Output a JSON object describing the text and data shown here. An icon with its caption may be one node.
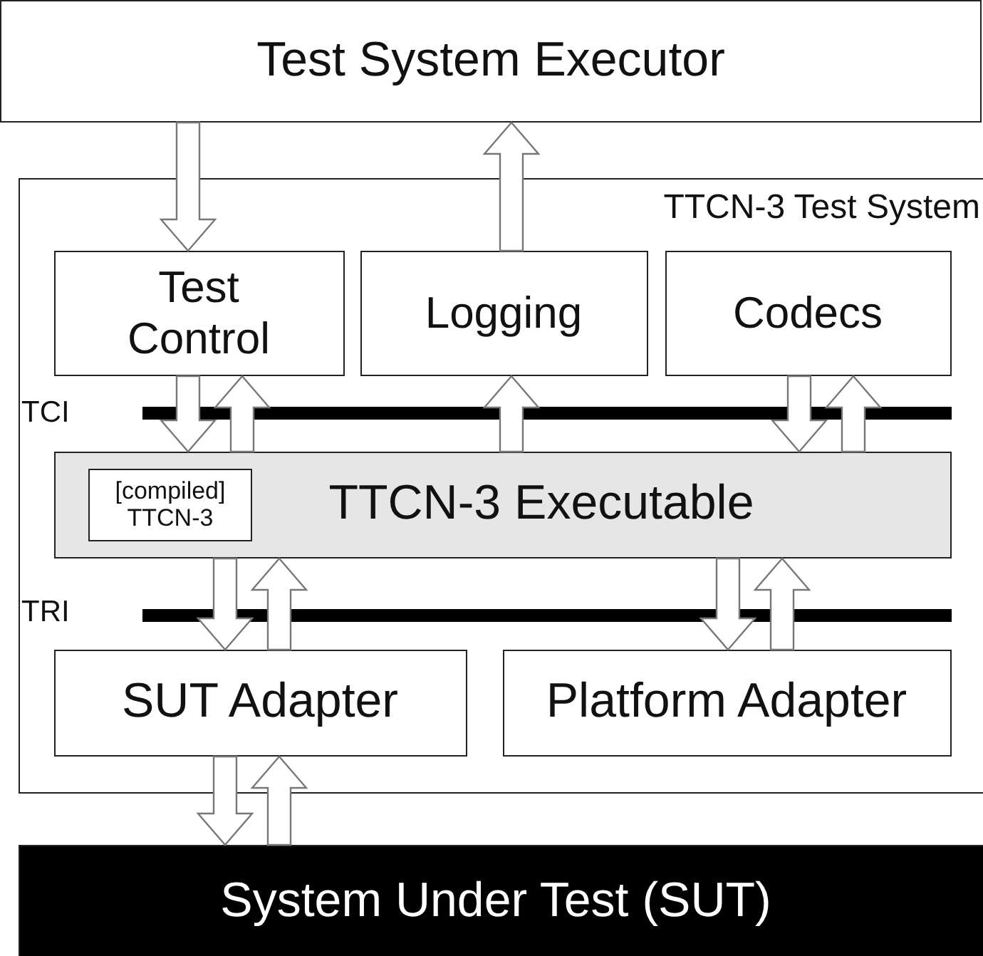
{
  "diagram": {
    "nodes": [
      {
        "text": [
          "Test System Executor"
        ]
      },
      {
        "text": [
          "TTCN-3 Test System"
        ]
      },
      {
        "text": [
          "Test Control"
        ],
        "in": 1
      },
      {
        "text": [
          "Logging"
        ],
        "in": 1
      },
      {
        "text": [
          "Codecs"
        ],
        "in": 1
      },
      {
        "text": [
          "TTCN-3 Executable"
        ],
        "in": 1
      },
      {
        "text": [
          "[compiled] TTCN-3"
        ],
        "in": 5
      },
      {
        "text": [
          "SUT Adapter"
        ],
        "in": 1
      },
      {
        "text": [
          "Platform Adapter"
        ],
        "in": 1
      },
      {
        "text": [
          "System Under Test (SUT)"
        ]
      }
    ],
    "edges": [
      {
        "from": 0,
        "to": 2,
        "arrow": "to"
      },
      {
        "from": 3,
        "to": 0,
        "arrow": "to"
      },
      {
        "from": 2,
        "to": 5,
        "arrow": "to"
      },
      {
        "from": 5,
        "to": 2,
        "arrow": "to"
      },
      {
        "from": 5,
        "to": 3,
        "arrow": "to"
      },
      {
        "from": 4,
        "to": 5,
        "arrow": "to"
      },
      {
        "from": 5,
        "to": 4,
        "arrow": "to"
      },
      {
        "from": 5,
        "to": 7,
        "arrow": "to"
      },
      {
        "from": 7,
        "to": 5,
        "arrow": "to"
      },
      {
        "from": 5,
        "to": 8,
        "arrow": "to"
      },
      {
        "from": 8,
        "to": 5,
        "arrow": "to"
      },
      {
        "from": 7,
        "to": 9,
        "arrow": "to"
      },
      {
        "from": 9,
        "to": 7,
        "arrow": "to"
      }
    ],
    "labels": [
      "TCI",
      "TRI"
    ]
  }
}
